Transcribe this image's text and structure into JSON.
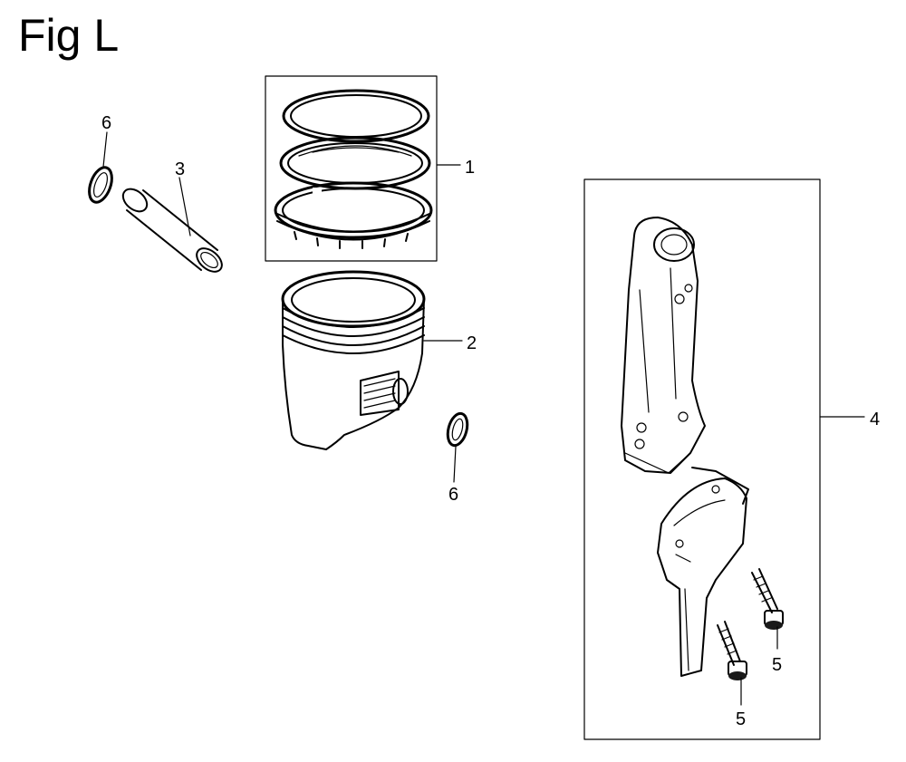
{
  "figure": {
    "title": "Fig L"
  },
  "callouts": [
    {
      "id": "c1",
      "label": "1"
    },
    {
      "id": "c2",
      "label": "2"
    },
    {
      "id": "c3",
      "label": "3"
    },
    {
      "id": "c4",
      "label": "4"
    },
    {
      "id": "c5a",
      "label": "5"
    },
    {
      "id": "c5b",
      "label": "5"
    },
    {
      "id": "c6a",
      "label": "6"
    },
    {
      "id": "c6b",
      "label": "6"
    }
  ]
}
